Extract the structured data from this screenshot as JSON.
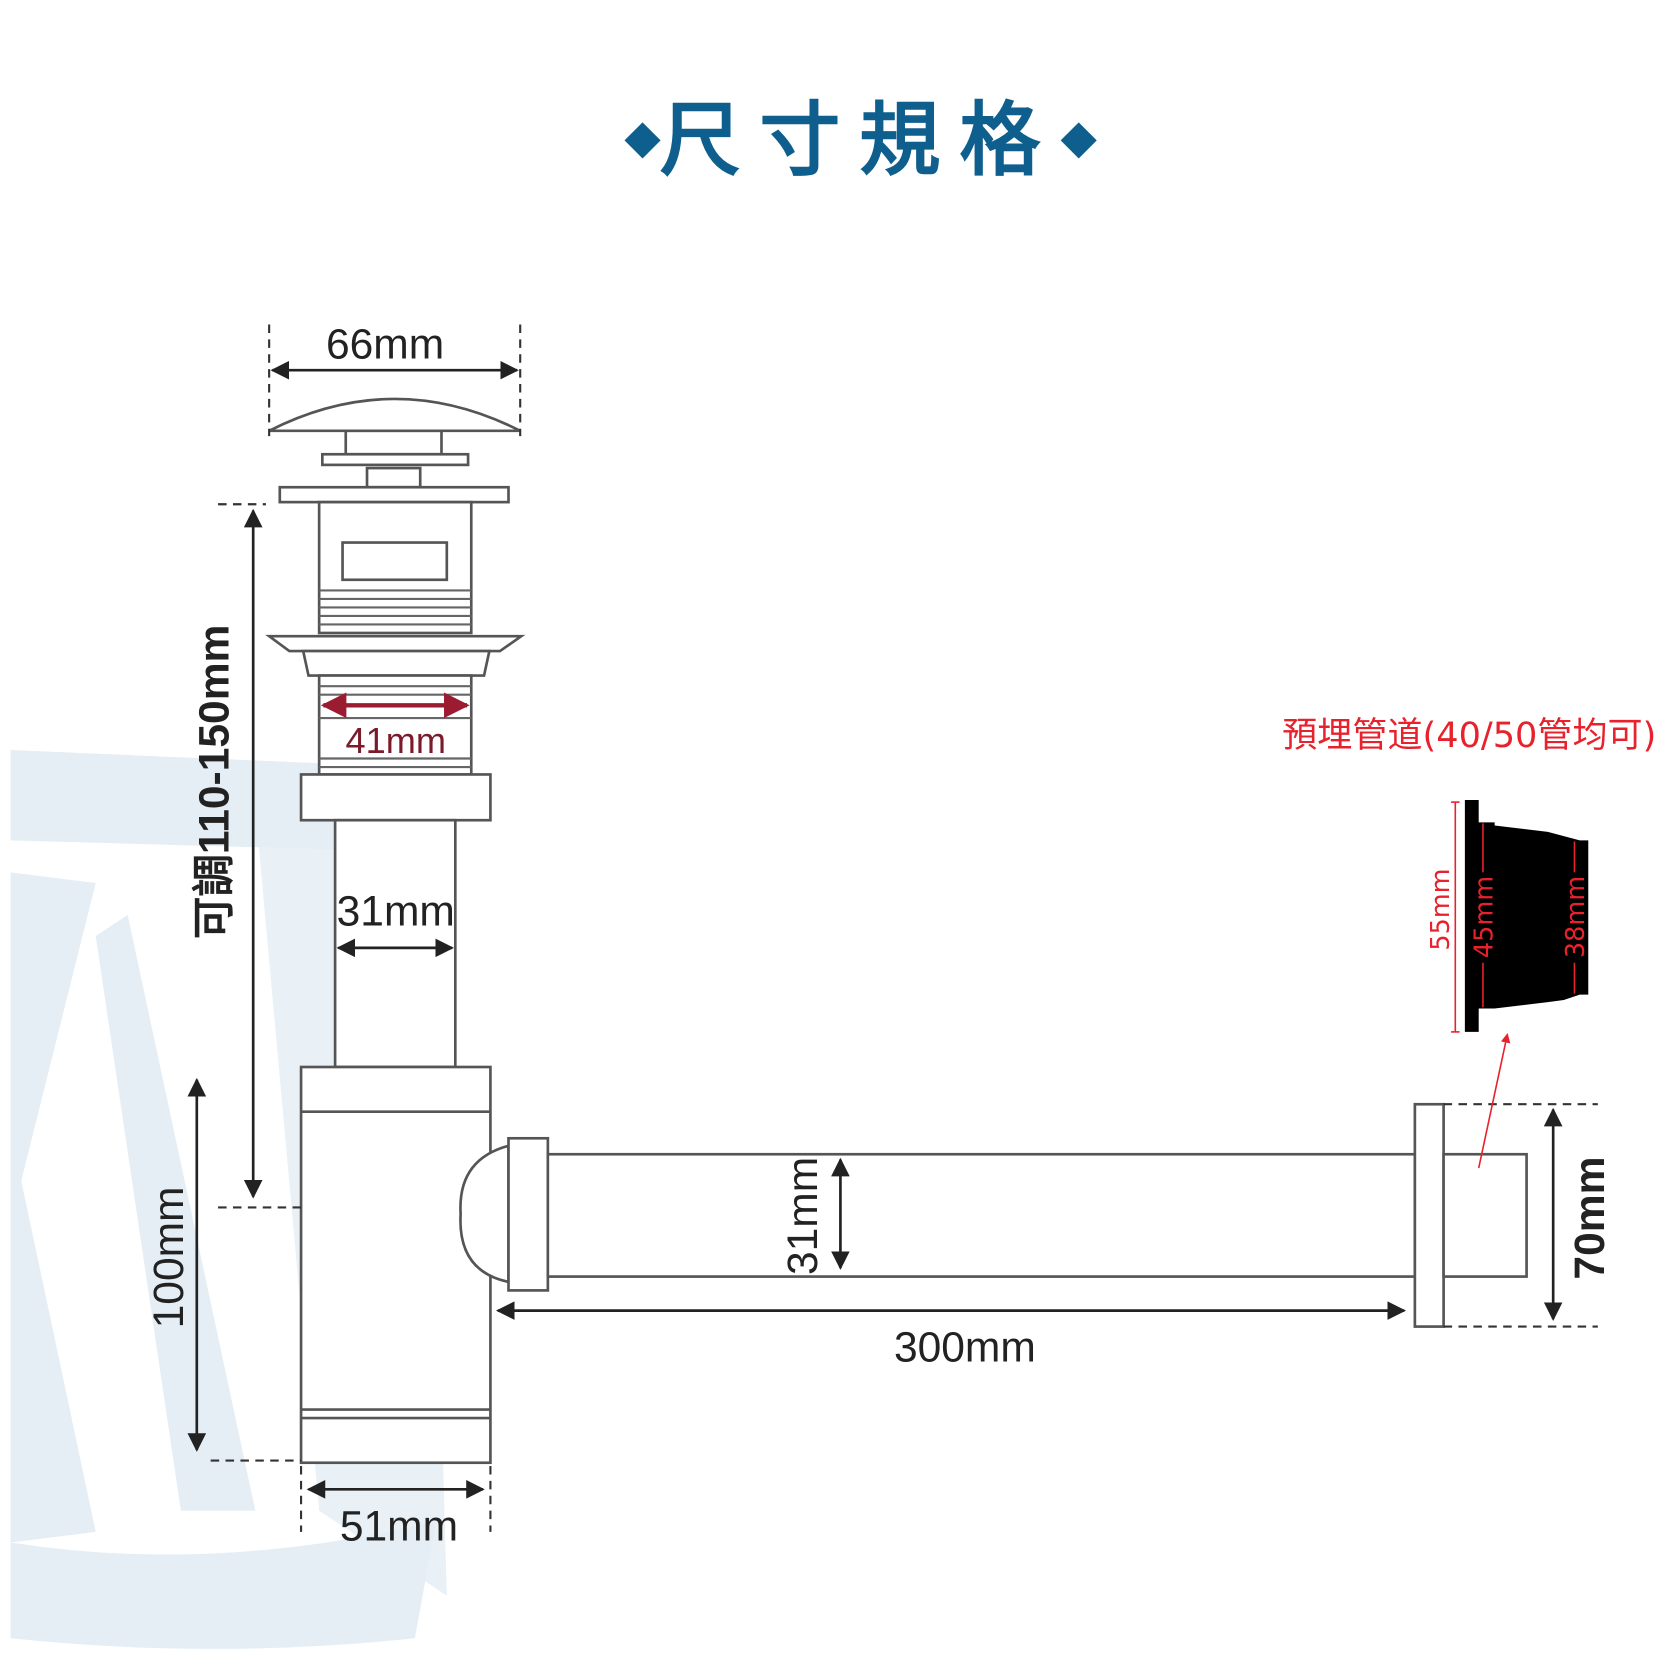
{
  "title": "尺寸規格",
  "colors": {
    "title": "#0f5f8e",
    "annotation_red": "#e8222d",
    "watermark": "#e4eef4"
  },
  "dimensions": {
    "cap_width": "66mm",
    "thread_diameter": "41mm",
    "tail_pipe_diameter": "31mm",
    "adjustable_height": "可調110-150mm",
    "trap_height": "100mm",
    "trap_width": "51mm",
    "outlet_pipe_diameter": "31mm",
    "outlet_pipe_length": "300mm",
    "wall_flange_height": "70mm"
  },
  "embedded_pipe": {
    "label": "預埋管道(40/50管均可)",
    "outer": "55mm",
    "middle": "45mm",
    "inner": "38mm"
  }
}
